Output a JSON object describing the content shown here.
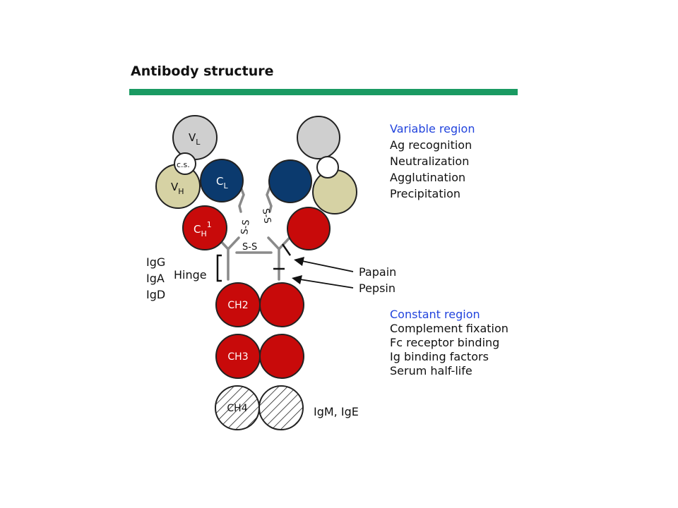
{
  "title": "Antibody structure",
  "colors": {
    "rule": "#1a9a62",
    "light_chain_variable": "#cfcfcf",
    "heavy_chain_variable": "#d6d2a4",
    "light_chain_constant": "#0b3a6e",
    "heavy_chain_constant": "#c80a0a",
    "heading": "#2244dd"
  },
  "domain_labels": {
    "vl": "V",
    "vl_sub": "L",
    "cs": "c.s.",
    "vh": "V",
    "vh_sub": "H",
    "cl": "C",
    "cl_sub": "L",
    "ch1": "C",
    "ch1_sub": "H",
    "ch1_sup": "1",
    "ch2": "CH2",
    "ch3": "CH3",
    "ch4": "CH4"
  },
  "bond_labels": {
    "left_ss": "S-S",
    "right_ss": "S-S",
    "center_ss": "S-S"
  },
  "isotypes": [
    "IgG",
    "IgA",
    "IgD"
  ],
  "hinge_label": "Hinge",
  "cleavage": {
    "papain": "Papain",
    "pepsin": "Pepsin"
  },
  "variable_region": {
    "heading": "Variable region",
    "functions": [
      "Ag recognition",
      "Neutralization",
      "Agglutination",
      "Precipitation"
    ]
  },
  "constant_region": {
    "heading": "Constant region",
    "functions": [
      "Complement fixation",
      "Fc receptor binding",
      "Ig binding factors",
      "Serum half-life"
    ]
  },
  "ch4_isotypes": "IgM, IgE"
}
